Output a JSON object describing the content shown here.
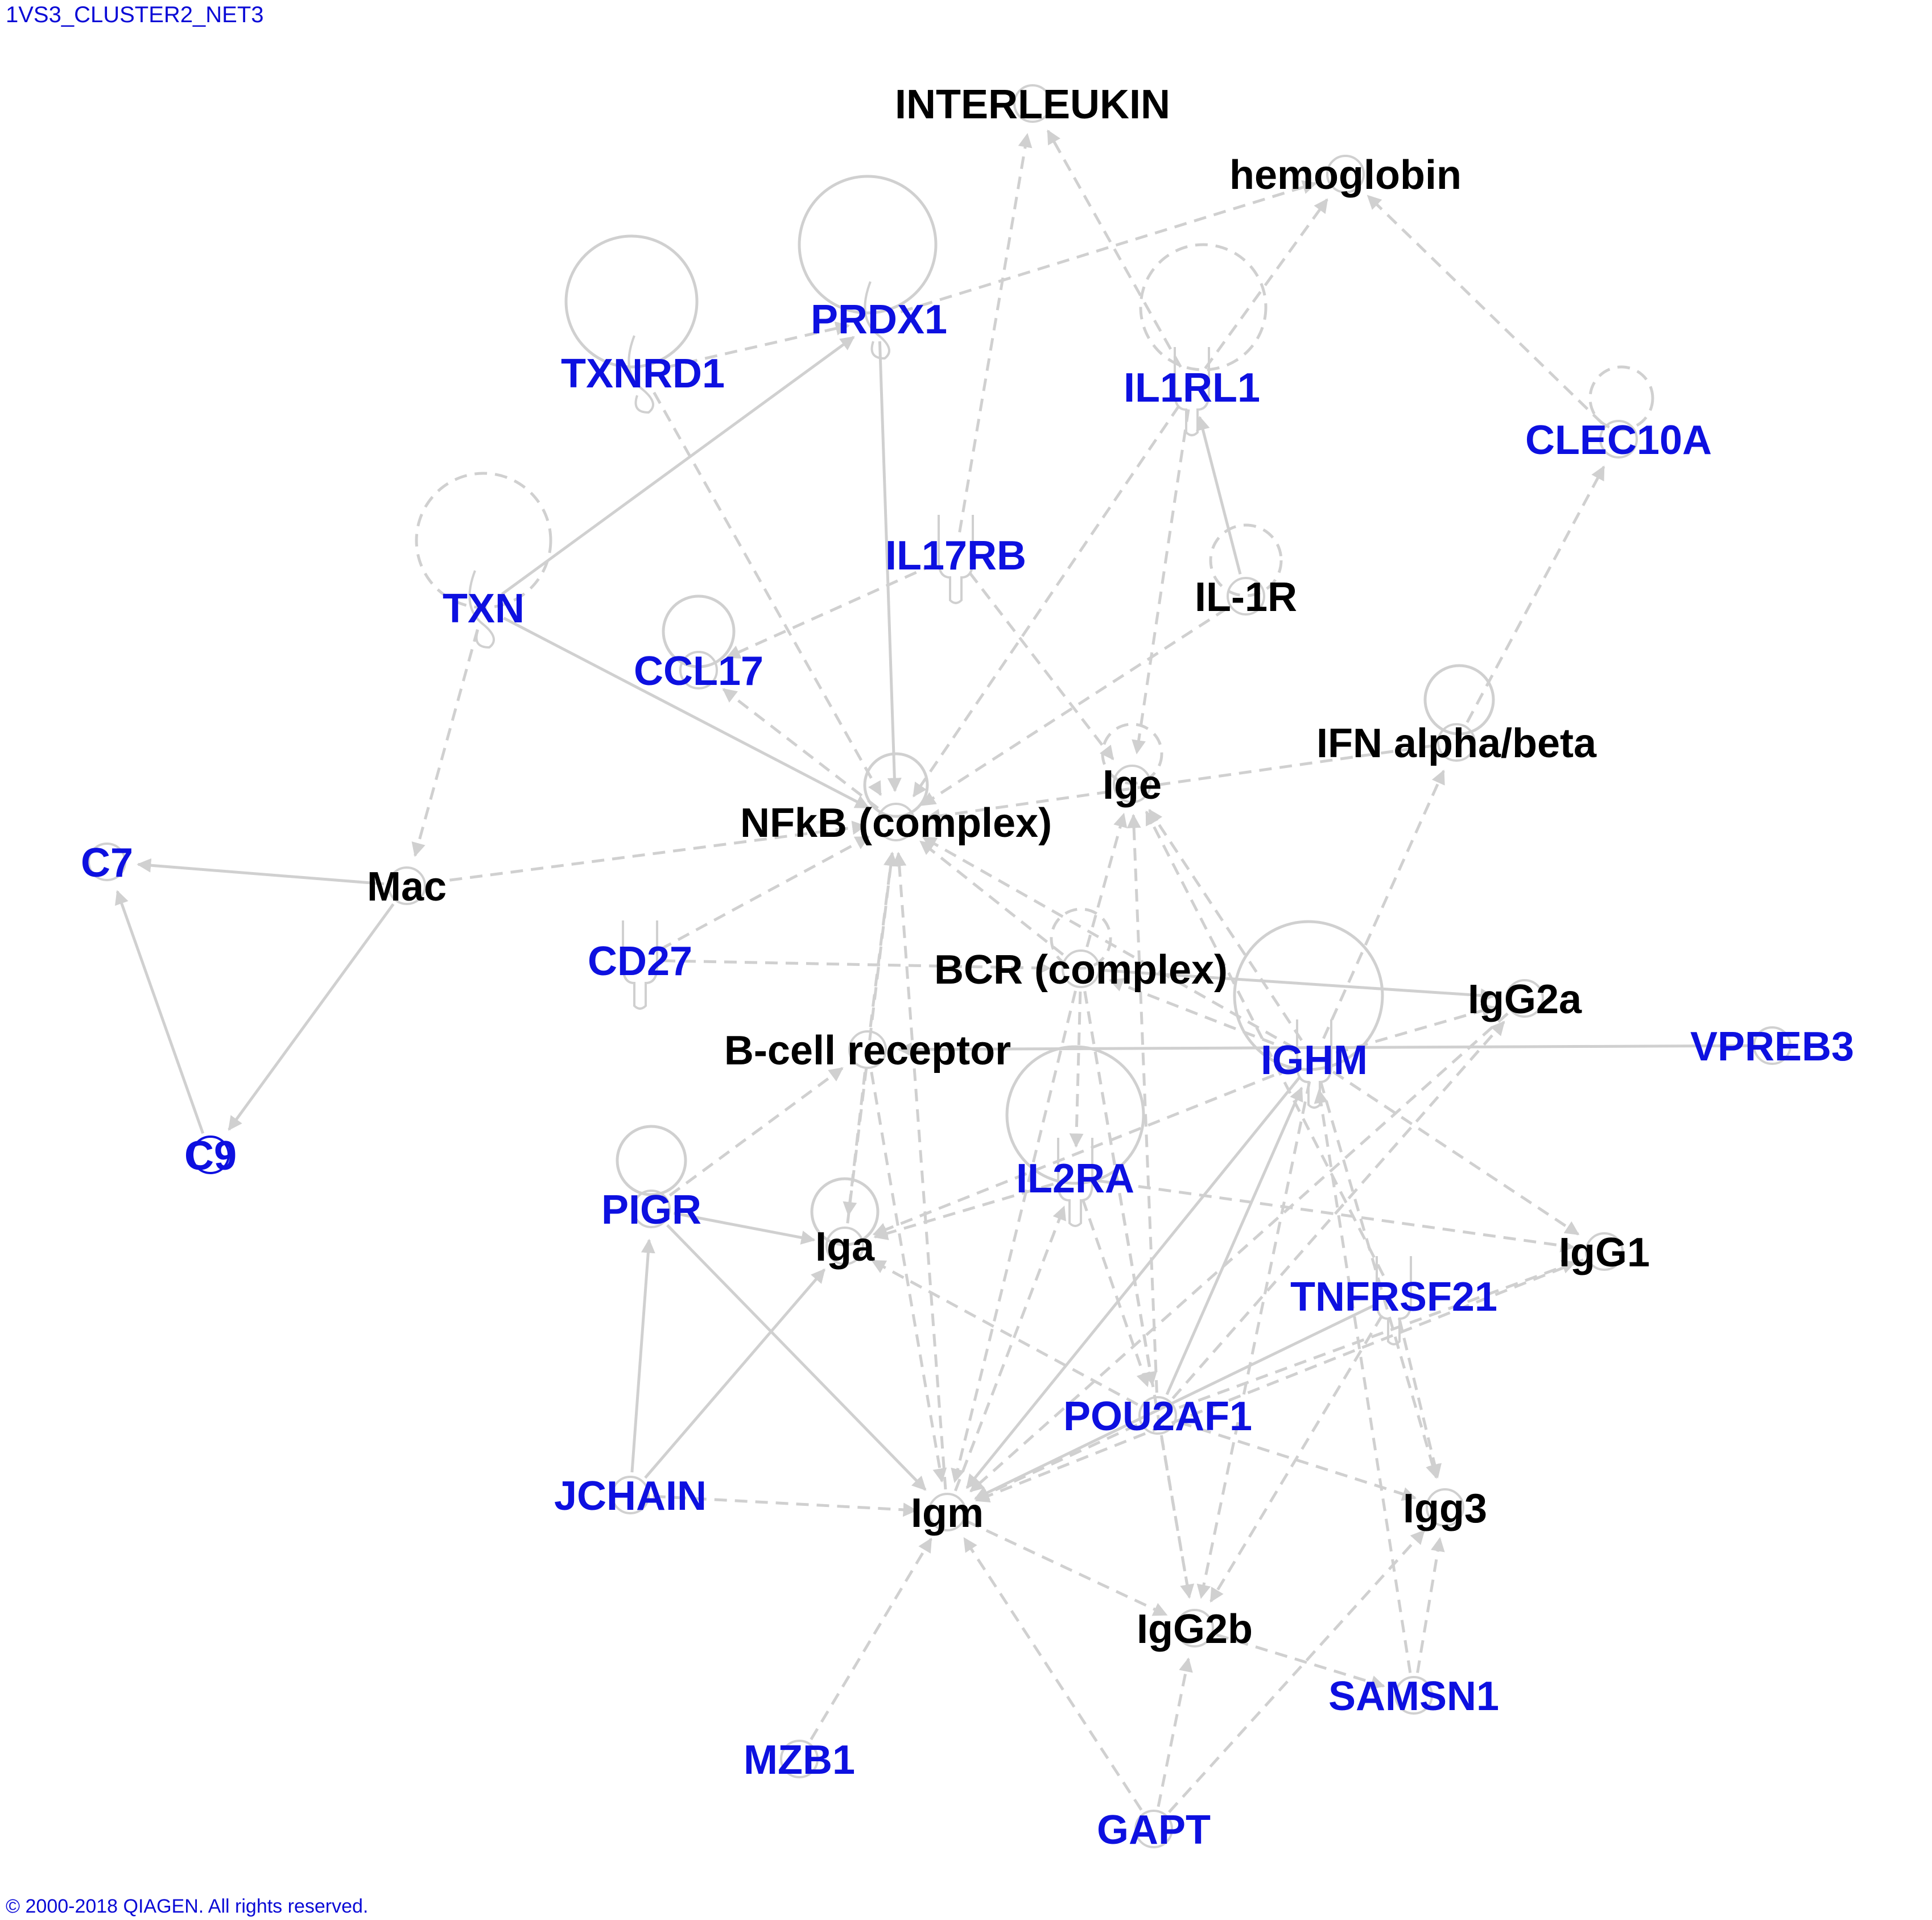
{
  "header": {
    "title": "1VS3_CLUSTER2_NET3"
  },
  "footer": {
    "copyright": "© 2000-2018 QIAGEN. All rights reserved."
  },
  "colors": {
    "focus": "#0d10e0",
    "other": "#000000",
    "edge": "#d0d0d0"
  },
  "nodes": [
    {
      "id": "INTERLEUKIN",
      "label": "INTERLEUKIN",
      "focus": false,
      "shape": "circle"
    },
    {
      "id": "hemoglobin",
      "label": "hemoglobin",
      "focus": false,
      "shape": "circle"
    },
    {
      "id": "PRDX1",
      "label": "PRDX1",
      "focus": true,
      "shape": "enzyme"
    },
    {
      "id": "TXNRD1",
      "label": "TXNRD1",
      "focus": true,
      "shape": "enzyme"
    },
    {
      "id": "IL1RL1",
      "label": "IL1RL1",
      "focus": true,
      "shape": "receptor"
    },
    {
      "id": "CLEC10A",
      "label": "CLEC10A",
      "focus": true,
      "shape": "circle"
    },
    {
      "id": "IL17RB",
      "label": "IL17RB",
      "focus": true,
      "shape": "receptor"
    },
    {
      "id": "TXN",
      "label": "TXN",
      "focus": true,
      "shape": "enzyme"
    },
    {
      "id": "IL-1R",
      "label": "IL-1R",
      "focus": false,
      "shape": "circle"
    },
    {
      "id": "CCL17",
      "label": "CCL17",
      "focus": true,
      "shape": "circle"
    },
    {
      "id": "IFN",
      "label": "IFN alpha/beta",
      "focus": false,
      "shape": "circle"
    },
    {
      "id": "Ige",
      "label": "Ige",
      "focus": false,
      "shape": "circle"
    },
    {
      "id": "NFkB",
      "label": "NFkB (complex)",
      "focus": false,
      "shape": "circle"
    },
    {
      "id": "C7",
      "label": "C7",
      "focus": true,
      "shape": "circle"
    },
    {
      "id": "Mac",
      "label": "Mac",
      "focus": false,
      "shape": "circle"
    },
    {
      "id": "CD27",
      "label": "CD27",
      "focus": true,
      "shape": "receptor"
    },
    {
      "id": "BCR",
      "label": "BCR (complex)",
      "focus": false,
      "shape": "circle"
    },
    {
      "id": "IgG2a",
      "label": "IgG2a",
      "focus": false,
      "shape": "circle"
    },
    {
      "id": "VPREB3",
      "label": "VPREB3",
      "focus": true,
      "shape": "circle"
    },
    {
      "id": "Bcell",
      "label": "B-cell receptor",
      "focus": false,
      "shape": "circle"
    },
    {
      "id": "IGHM",
      "label": "IGHM",
      "focus": true,
      "shape": "receptor"
    },
    {
      "id": "C9",
      "label": "C9",
      "focus": true,
      "shape": "circle"
    },
    {
      "id": "PIGR",
      "label": "PIGR",
      "focus": true,
      "shape": "circle"
    },
    {
      "id": "IL2RA",
      "label": "IL2RA",
      "focus": true,
      "shape": "receptor"
    },
    {
      "id": "Iga",
      "label": "Iga",
      "focus": false,
      "shape": "circle"
    },
    {
      "id": "IgG1",
      "label": "IgG1",
      "focus": false,
      "shape": "circle"
    },
    {
      "id": "TNFRSF21",
      "label": "TNFRSF21",
      "focus": true,
      "shape": "receptor"
    },
    {
      "id": "POU2AF1",
      "label": "POU2AF1",
      "focus": true,
      "shape": "circle"
    },
    {
      "id": "JCHAIN",
      "label": "JCHAIN",
      "focus": true,
      "shape": "circle"
    },
    {
      "id": "Igm",
      "label": "Igm",
      "focus": false,
      "shape": "circle"
    },
    {
      "id": "Igg3",
      "label": "Igg3",
      "focus": false,
      "shape": "circle"
    },
    {
      "id": "IgG2b",
      "label": "IgG2b",
      "focus": false,
      "shape": "circle"
    },
    {
      "id": "SAMSN1",
      "label": "SAMSN1",
      "focus": true,
      "shape": "circle"
    },
    {
      "id": "MZB1",
      "label": "MZB1",
      "focus": true,
      "shape": "circle"
    },
    {
      "id": "GAPT",
      "label": "GAPT",
      "focus": true,
      "shape": "circle"
    }
  ],
  "edges": [
    {
      "from": "TXN",
      "to": "PRDX1",
      "dashed": false
    },
    {
      "from": "TXN",
      "to": "NFkB",
      "dashed": false
    },
    {
      "from": "TXN",
      "to": "Mac",
      "dashed": true
    },
    {
      "from": "TXNRD1",
      "to": "PRDX1",
      "dashed": true
    },
    {
      "from": "TXNRD1",
      "to": "NFkB",
      "dashed": true
    },
    {
      "from": "PRDX1",
      "to": "hemoglobin",
      "dashed": true
    },
    {
      "from": "PRDX1",
      "to": "NFkB",
      "dashed": false
    },
    {
      "from": "IL1RL1",
      "to": "INTERLEUKIN",
      "dashed": true
    },
    {
      "from": "IL1RL1",
      "to": "hemoglobin",
      "dashed": true
    },
    {
      "from": "IL1RL1",
      "to": "NFkB",
      "dashed": true
    },
    {
      "from": "IL1RL1",
      "to": "Ige",
      "dashed": true
    },
    {
      "from": "IL-1R",
      "to": "IL1RL1",
      "dashed": false
    },
    {
      "from": "IL-1R",
      "to": "NFkB",
      "dashed": true
    },
    {
      "from": "CLEC10A",
      "to": "hemoglobin",
      "dashed": true
    },
    {
      "from": "IFN",
      "to": "CLEC10A",
      "dashed": true
    },
    {
      "from": "IL17RB",
      "to": "INTERLEUKIN",
      "dashed": true
    },
    {
      "from": "IL17RB",
      "to": "CCL17",
      "dashed": true
    },
    {
      "from": "IL17RB",
      "to": "Ige",
      "dashed": true
    },
    {
      "from": "NFkB",
      "to": "CCL17",
      "dashed": true
    },
    {
      "from": "IFN",
      "to": "NFkB",
      "dashed": true
    },
    {
      "from": "Mac",
      "to": "NFkB",
      "dashed": true
    },
    {
      "from": "Mac",
      "to": "C7",
      "dashed": false
    },
    {
      "from": "Mac",
      "to": "C9",
      "dashed": false
    },
    {
      "from": "C9",
      "to": "C7",
      "dashed": false
    },
    {
      "from": "CD27",
      "to": "NFkB",
      "dashed": true
    },
    {
      "from": "CD27",
      "to": "BCR",
      "dashed": true
    },
    {
      "from": "BCR",
      "to": "NFkB",
      "dashed": true
    },
    {
      "from": "BCR",
      "to": "Ige",
      "dashed": true
    },
    {
      "from": "BCR",
      "to": "IgG2a",
      "dashed": false
    },
    {
      "from": "BCR",
      "to": "IL2RA",
      "dashed": true
    },
    {
      "from": "BCR",
      "to": "IgG2b",
      "dashed": true
    },
    {
      "from": "BCR",
      "to": "POU2AF1",
      "dashed": true
    },
    {
      "from": "BCR",
      "to": "Igm",
      "dashed": true
    },
    {
      "from": "IGHM",
      "to": "NFkB",
      "dashed": true
    },
    {
      "from": "IGHM",
      "to": "BCR",
      "dashed": true
    },
    {
      "from": "IGHM",
      "to": "Ige",
      "dashed": true
    },
    {
      "from": "IGHM",
      "to": "IFN",
      "dashed": true
    },
    {
      "from": "IGHM",
      "to": "IgG2a",
      "dashed": true
    },
    {
      "from": "IGHM",
      "to": "IgG1",
      "dashed": true
    },
    {
      "from": "IGHM",
      "to": "Iga",
      "dashed": true
    },
    {
      "from": "IGHM",
      "to": "Igm",
      "dashed": false
    },
    {
      "from": "IGHM",
      "to": "Igg3",
      "dashed": true
    },
    {
      "from": "IGHM",
      "to": "IgG2b",
      "dashed": true
    },
    {
      "from": "VPREB3",
      "to": "Bcell",
      "dashed": false
    },
    {
      "from": "Bcell",
      "to": "NFkB",
      "dashed": true
    },
    {
      "from": "Bcell",
      "to": "Iga",
      "dashed": true
    },
    {
      "from": "Bcell",
      "to": "Igm",
      "dashed": true
    },
    {
      "from": "PIGR",
      "to": "Bcell",
      "dashed": true
    },
    {
      "from": "PIGR",
      "to": "Iga",
      "dashed": false
    },
    {
      "from": "PIGR",
      "to": "Igm",
      "dashed": false
    },
    {
      "from": "JCHAIN",
      "to": "PIGR",
      "dashed": false
    },
    {
      "from": "JCHAIN",
      "to": "Iga",
      "dashed": false
    },
    {
      "from": "JCHAIN",
      "to": "Igm",
      "dashed": true
    },
    {
      "from": "Igm",
      "to": "NFkB",
      "dashed": true
    },
    {
      "from": "Iga",
      "to": "NFkB",
      "dashed": true
    },
    {
      "from": "IL2RA",
      "to": "Iga",
      "dashed": true
    },
    {
      "from": "IL2RA",
      "to": "IgG1",
      "dashed": true
    },
    {
      "from": "IL2RA",
      "to": "POU2AF1",
      "dashed": true
    },
    {
      "from": "POU2AF1",
      "to": "Ige",
      "dashed": true
    },
    {
      "from": "POU2AF1",
      "to": "IgG1",
      "dashed": true
    },
    {
      "from": "POU2AF1",
      "to": "IgG2a",
      "dashed": true
    },
    {
      "from": "POU2AF1",
      "to": "Igm",
      "dashed": true
    },
    {
      "from": "POU2AF1",
      "to": "Iga",
      "dashed": true
    },
    {
      "from": "POU2AF1",
      "to": "Igg3",
      "dashed": true
    },
    {
      "from": "POU2AF1",
      "to": "IgG2b",
      "dashed": true
    },
    {
      "from": "POU2AF1",
      "to": "IGHM",
      "dashed": false
    },
    {
      "from": "TNFRSF21",
      "to": "Igm",
      "dashed": false
    },
    {
      "from": "TNFRSF21",
      "to": "IgG2b",
      "dashed": true
    },
    {
      "from": "TNFRSF21",
      "to": "Igg3",
      "dashed": true
    },
    {
      "from": "TNFRSF21",
      "to": "Ige",
      "dashed": true
    },
    {
      "from": "IgG1",
      "to": "Igm",
      "dashed": true
    },
    {
      "from": "IgG2a",
      "to": "Igm",
      "dashed": true
    },
    {
      "from": "Igm",
      "to": "IL2RA",
      "dashed": true
    },
    {
      "from": "Igm",
      "to": "IgG2b",
      "dashed": true
    },
    {
      "from": "SAMSN1",
      "to": "Igg3",
      "dashed": true
    },
    {
      "from": "SAMSN1",
      "to": "IGHM",
      "dashed": true
    },
    {
      "from": "IgG2b",
      "to": "SAMSN1",
      "dashed": true
    },
    {
      "from": "MZB1",
      "to": "Igm",
      "dashed": true
    },
    {
      "from": "GAPT",
      "to": "Igm",
      "dashed": true
    },
    {
      "from": "GAPT",
      "to": "IgG2b",
      "dashed": true
    },
    {
      "from": "GAPT",
      "to": "Igg3",
      "dashed": true
    }
  ]
}
